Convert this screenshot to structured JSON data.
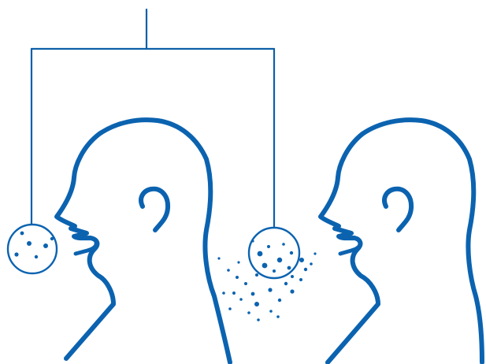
{
  "colors": {
    "background": "#ffffff",
    "outline": "#0b63b0",
    "connector": "#0d5fa8",
    "droplet": "#0b63b0"
  },
  "figures": [
    {
      "name": "left-person",
      "role": "source"
    },
    {
      "name": "right-person",
      "role": "recipient"
    }
  ],
  "callouts": [
    {
      "name": "left-mouth-magnifier",
      "droplets": 6
    },
    {
      "name": "right-mouth-magnifier",
      "droplets": 9
    }
  ],
  "droplet_cloud": {
    "count": 26
  }
}
